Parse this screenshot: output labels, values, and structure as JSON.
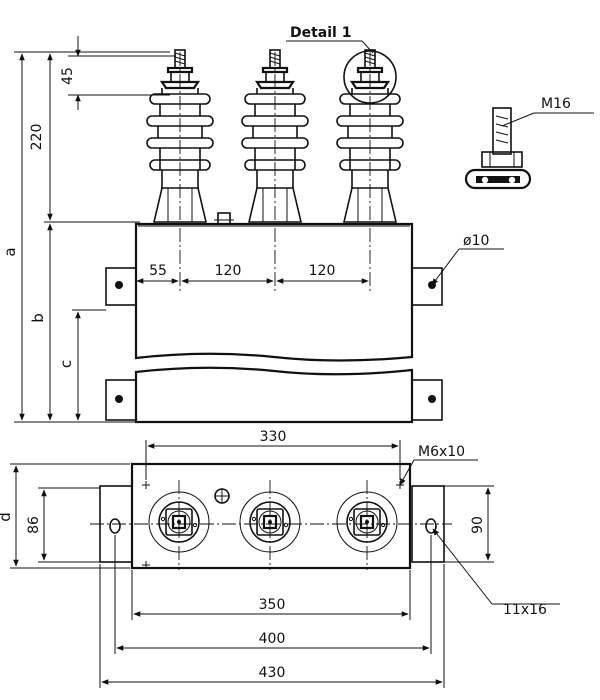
{
  "drawing": {
    "detail_label": "Detail 1",
    "thread_label": "M16",
    "hole_label": "ø10",
    "stud_height": "45",
    "bushing_height": "220",
    "height_a": "a",
    "height_b": "b",
    "height_c": "c",
    "depth_d": "d",
    "bushing_offset": "55",
    "bushing_pitch_1": "120",
    "bushing_pitch_2": "120",
    "top_length": "330",
    "screw_label": "M6x10",
    "inner_depth": "86",
    "bracket_depth": "90",
    "body_length": "350",
    "bracket_span": "400",
    "overall_length": "430",
    "slot_label": "11x16"
  }
}
